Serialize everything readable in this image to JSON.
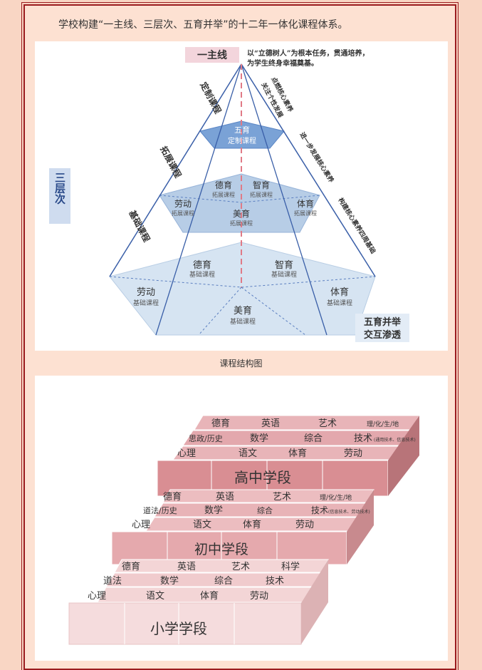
{
  "intro": "学校构建“一主线、三层次、五育并举”的十二年一体化课程体系。",
  "caption": "课程结构图",
  "pyramid": {
    "main_line": "一主线",
    "main_line_desc_1": "以“立德树人”为根本任务，贯通培养，",
    "main_line_desc_2": "为学生终身幸福奠基。",
    "three_levels": "三层次",
    "five_edu": "五育并举",
    "interact": "交互渗透",
    "side_left_1": "定制课程",
    "side_left_2": "拓展课程",
    "side_left_3": "基础课程",
    "side_right_1": "关注个性发展",
    "side_right_1b": "点燃核心素养",
    "side_right_2": "进一步发展核心素养",
    "side_right_3": "构建核心素养四周基础",
    "top_title": "五育",
    "top_sub": "定制课程",
    "mid": [
      {
        "t": "德育",
        "s": "拓展课程"
      },
      {
        "t": "智育",
        "s": "拓展课程"
      },
      {
        "t": "劳动",
        "s": "拓展课程"
      },
      {
        "t": "美育",
        "s": "拓展课程"
      },
      {
        "t": "体育",
        "s": "拓展课程"
      }
    ],
    "base": [
      {
        "t": "德育",
        "s": "基础课程"
      },
      {
        "t": "智育",
        "s": "基础课程"
      },
      {
        "t": "劳动",
        "s": "基础课程"
      },
      {
        "t": "体育",
        "s": "基础课程"
      },
      {
        "t": "美育",
        "s": "基础课程"
      }
    ]
  },
  "blocks": {
    "high": {
      "title": "高中学段",
      "back": [
        "德育",
        "英语",
        "艺术",
        "理/化/生/地"
      ],
      "middle": [
        "思政/历史",
        "数学",
        "综合",
        "技术",
        "(通用技术、信息技术)"
      ],
      "front": [
        "心理",
        "语文",
        "体育",
        "劳动"
      ]
    },
    "mid": {
      "title": "初中学段",
      "back": [
        "德育",
        "英语",
        "艺术",
        "理/化/生/地"
      ],
      "middle": [
        "道法/历史",
        "数学",
        "综合",
        "技术",
        "(信息技术、劳动技术)"
      ],
      "front": [
        "心理",
        "语文",
        "体育",
        "劳动"
      ]
    },
    "low": {
      "title": "小学学段",
      "back": [
        "德育",
        "英语",
        "艺术",
        "科学"
      ],
      "middle": [
        "道法",
        "数学",
        "综合",
        "技术"
      ],
      "front": [
        "心理",
        "语文",
        "体育",
        "劳动"
      ]
    }
  }
}
